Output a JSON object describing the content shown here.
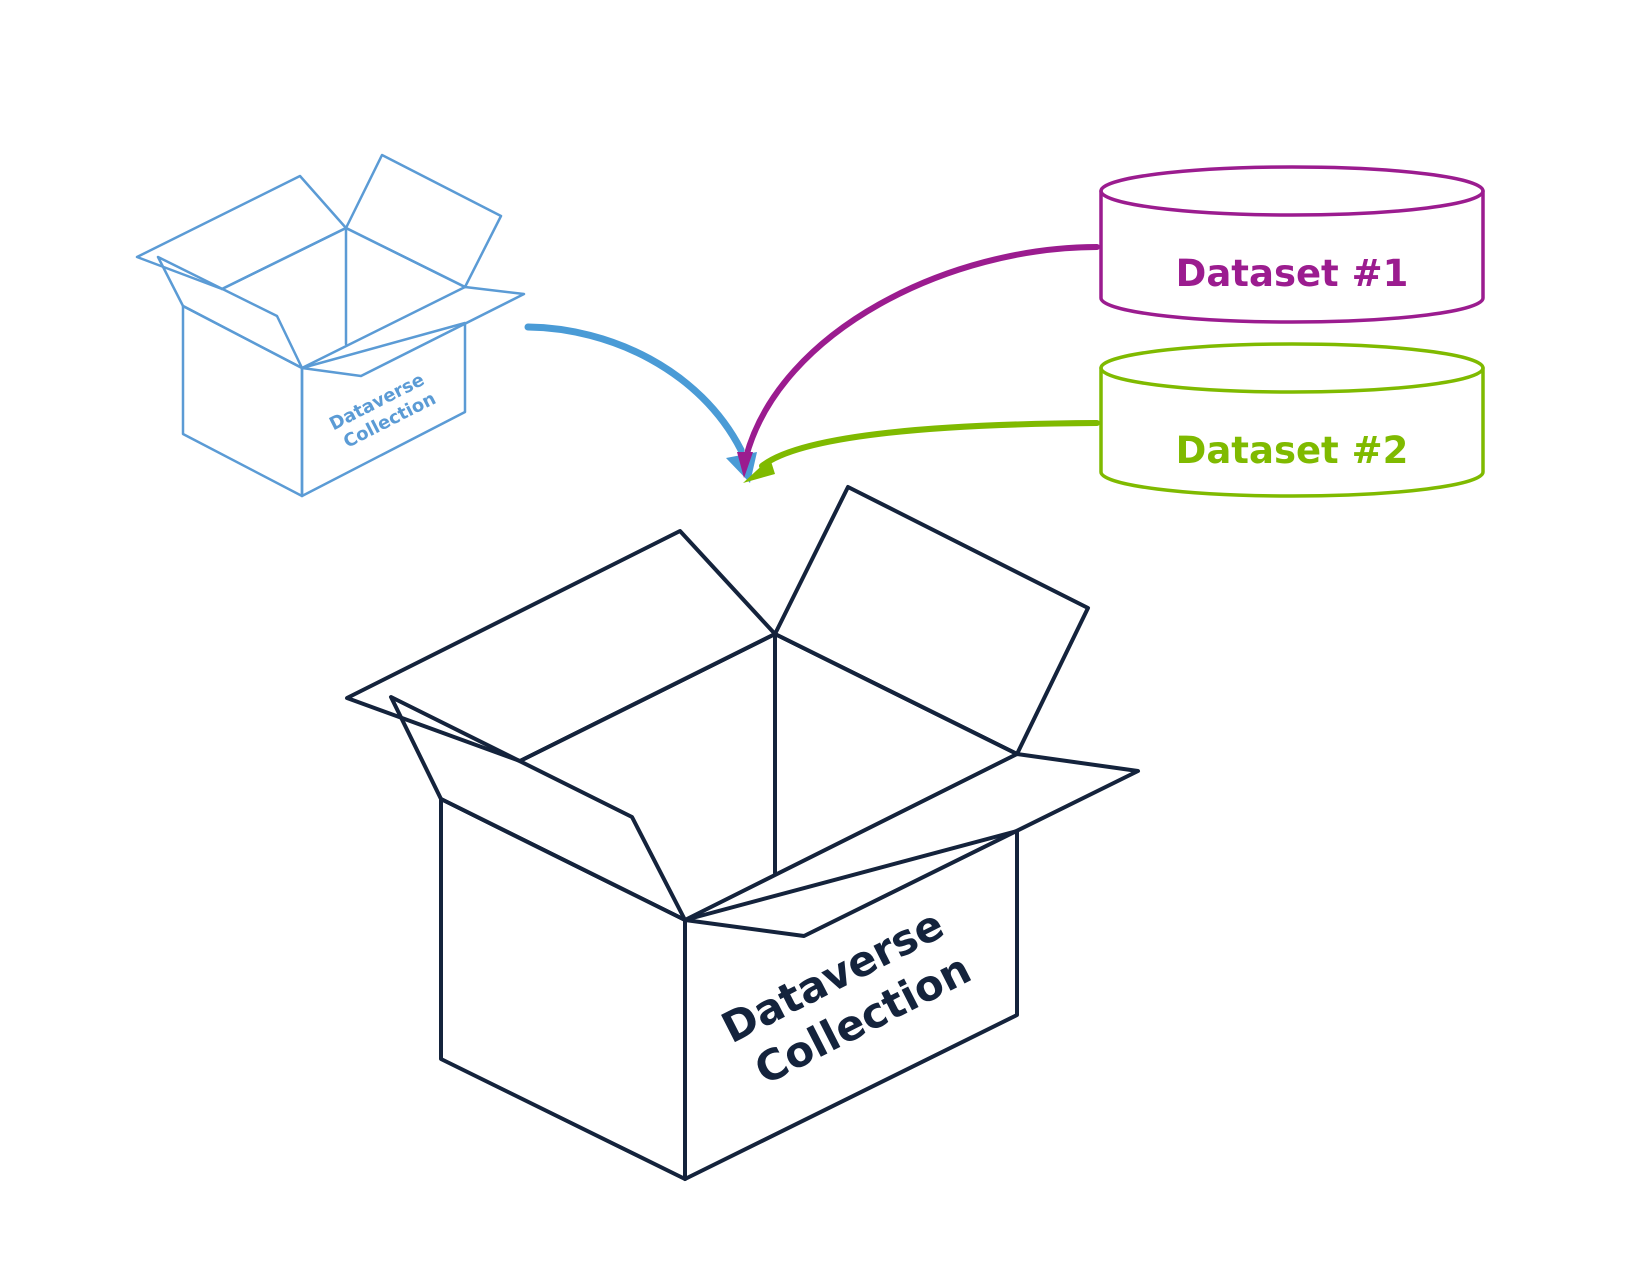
{
  "small_box": {
    "label_line1": "Dataverse",
    "label_line2": "Collection",
    "color": "#5b9bd5"
  },
  "large_box": {
    "label_line1": "Dataverse",
    "label_line2": "Collection",
    "color": "#14233c"
  },
  "datasets": [
    {
      "label": "Dataset #1",
      "color": "#9b1c8f"
    },
    {
      "label": "Dataset #2",
      "color": "#7fba00"
    }
  ],
  "arrows": [
    {
      "from": "small_box",
      "to": "large_box",
      "color": "#4a9bd6"
    },
    {
      "from": "dataset_1",
      "to": "large_box",
      "color": "#9b1c8f"
    },
    {
      "from": "dataset_2",
      "to": "large_box",
      "color": "#7fba00"
    }
  ]
}
